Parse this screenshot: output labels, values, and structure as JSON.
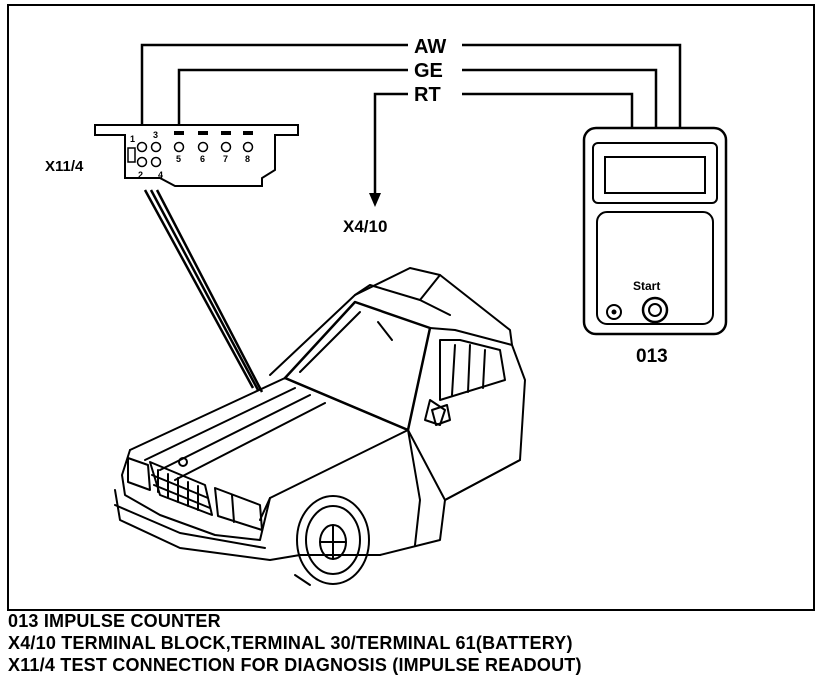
{
  "labels": {
    "wire_aw": "AW",
    "wire_ge": "GE",
    "wire_rt": "RT",
    "connector_x11_4": "X11/4",
    "terminal_x4_10": "X4/10",
    "counter_013": "013",
    "start_button": "Start",
    "pins_top": [
      "1",
      "3"
    ],
    "pins_bottom": [
      "2",
      "4",
      "5",
      "6",
      "7",
      "8"
    ]
  },
  "legend": [
    "013 IMPULSE COUNTER",
    "X4/10 TERMINAL BLOCK,TERMINAL 30/TERMINAL 61(BATTERY)",
    "X11/4 TEST CONNECTION FOR DIAGNOSIS (IMPULSE READOUT)"
  ]
}
